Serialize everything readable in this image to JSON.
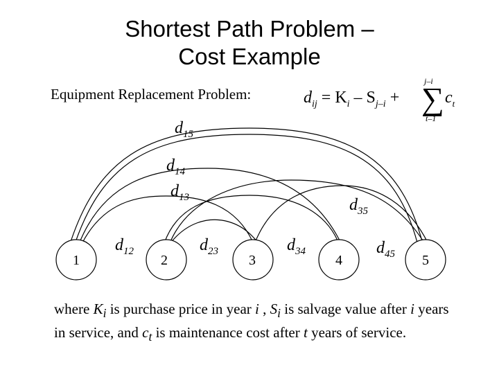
{
  "title": {
    "line1": "Shortest Path Problem –",
    "line2": "Cost Example"
  },
  "subtitle": "Equipment Replacement Problem:",
  "formula": {
    "lhs": "d",
    "lhs_sub": "ij",
    "eq": " = K",
    "k_sub": "i",
    "minus": " – S",
    "s_sub": "j–i",
    "plus": " +",
    "sum_upper": "j–i",
    "sum_lower": "t–1",
    "term": "c",
    "term_sub": "t"
  },
  "nodes": [
    {
      "label": "1"
    },
    {
      "label": "2"
    },
    {
      "label": "3"
    },
    {
      "label": "4"
    },
    {
      "label": "5"
    }
  ],
  "edge_labels": {
    "d15": {
      "base": "d",
      "sub": "15"
    },
    "d14": {
      "base": "d",
      "sub": "14"
    },
    "d13": {
      "base": "d",
      "sub": "13"
    },
    "d35": {
      "base": "d",
      "sub": "35"
    },
    "d12": {
      "base": "d",
      "sub": "12"
    },
    "d23": {
      "base": "d",
      "sub": "23"
    },
    "d34": {
      "base": "d",
      "sub": "34"
    },
    "d45": {
      "base": "d",
      "sub": "45"
    }
  },
  "description": {
    "p1": " where ",
    "k": "K",
    "k_sub": "i",
    "p2": " is purchase price in year ",
    "i1": "i",
    "p3": " , ",
    "s": "S",
    "s_sub": "i",
    "p4": " is salvage value after ",
    "i2": "i",
    "p5": " years in service, and ",
    "c": "c",
    "c_sub": "t",
    "p6": " is maintenance cost after ",
    "t": "t",
    "p7": " years of service."
  }
}
